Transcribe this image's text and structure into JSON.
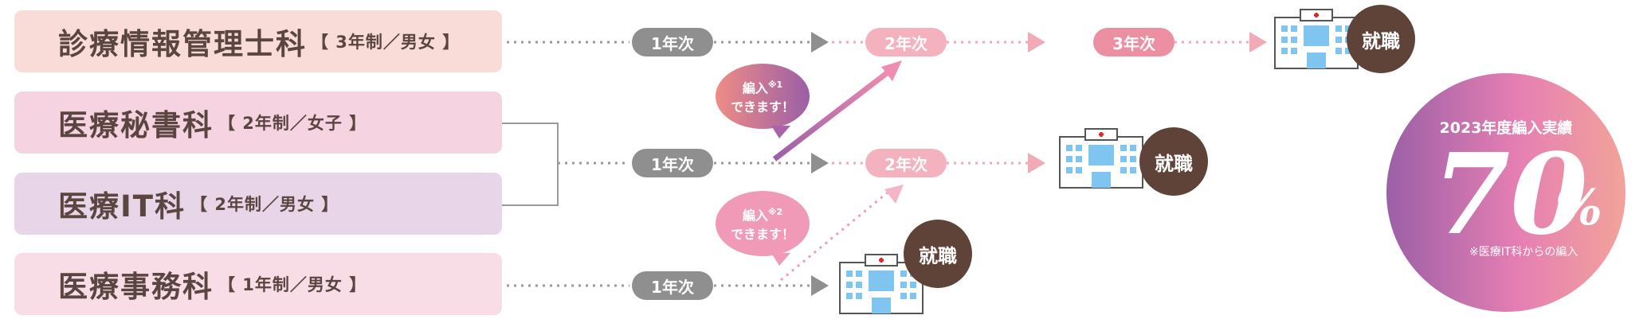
{
  "courses": [
    {
      "name": "診療情報管理士科",
      "meta": "【 3年制／男女 】"
    },
    {
      "name": "医療秘書科",
      "meta": "【 2年制／女子 】"
    },
    {
      "name": "医療IT科",
      "meta": "【 2年制／男女 】"
    },
    {
      "name": "医療事務科",
      "meta": "【 1年制／男女 】"
    }
  ],
  "year_labels": {
    "y1": "1年次",
    "y2": "2年次",
    "y3": "3年次"
  },
  "transfer_bubbles": [
    {
      "line1": "編入",
      "mark": "※1",
      "line2": "できます！"
    },
    {
      "line1": "編入",
      "mark": "※2",
      "line2": "できます！"
    }
  ],
  "employment_label": "就職",
  "stat": {
    "title": "2023年度編入実績",
    "value": "70",
    "unit": "%",
    "note": "※医療IT科からの編入"
  },
  "colors": {
    "course1_bg": "#f9dcd8",
    "course2_bg": "#f6d3e1",
    "course3_bg": "#e8d6e8",
    "course4_bg": "#f8dde6",
    "pill_gray": "#8f8f8f",
    "pill_pink": "#f4b2bf",
    "pill_rose": "#ed8fa2",
    "badge": "#5f4338"
  }
}
